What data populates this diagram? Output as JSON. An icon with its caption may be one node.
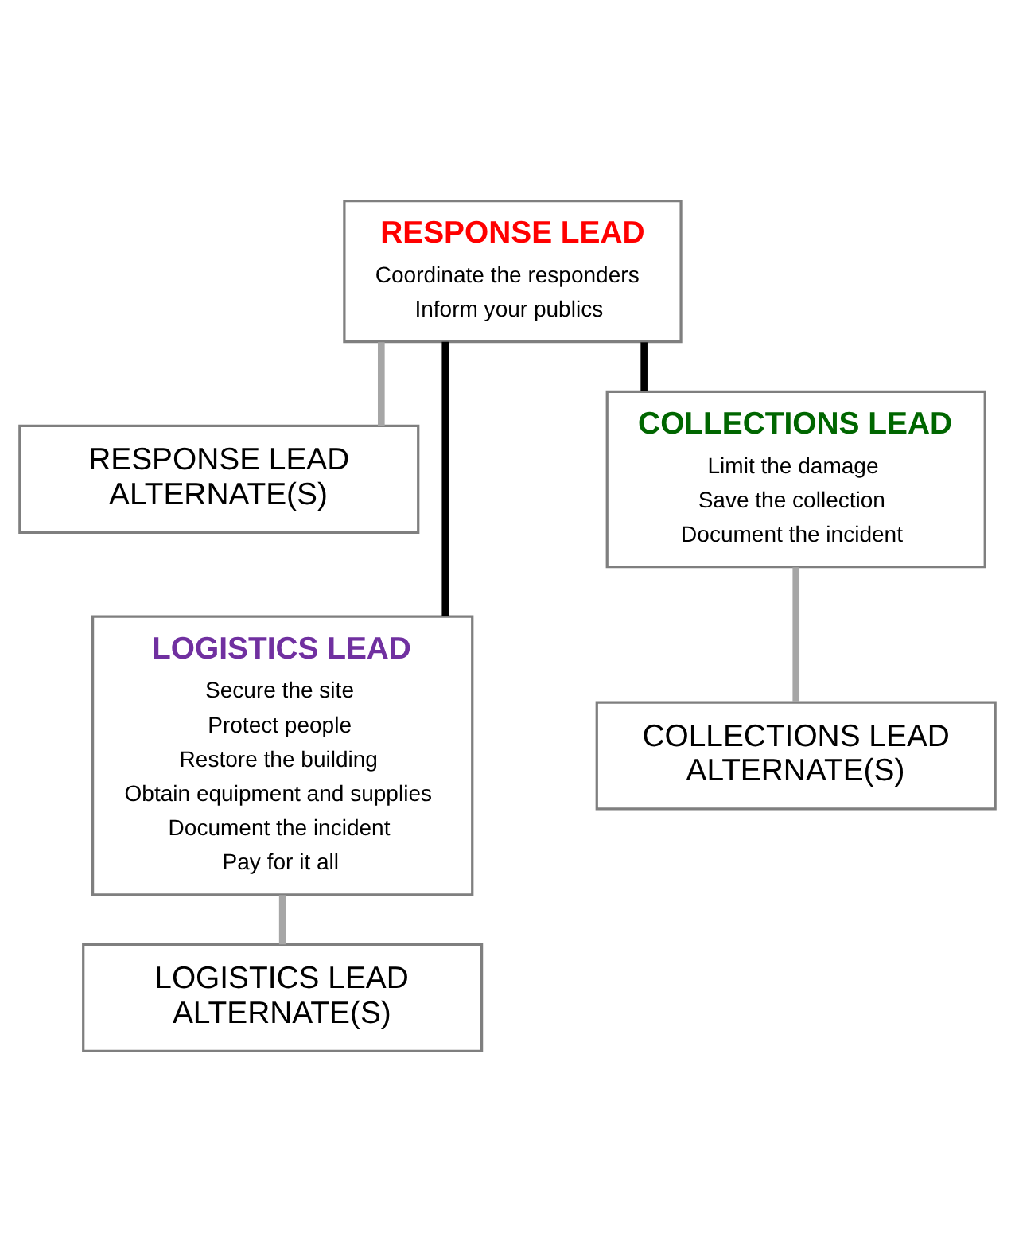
{
  "diagram": {
    "nodes": [
      {
        "text": [
          "RESPONSE LEAD",
          "Coordinate the responders",
          "Inform your publics"
        ]
      },
      {
        "text": [
          "RESPONSE LEAD ALTERNATE(S)"
        ]
      },
      {
        "text": [
          "COLLECTIONS LEAD",
          "Limit the damage",
          "Save the collection",
          "Document the incident"
        ]
      },
      {
        "text": [
          "COLLECTIONS LEAD ALTERNATE(S)"
        ]
      },
      {
        "text": [
          "LOGISTICS LEAD",
          "Secure the site",
          "Protect people",
          "Restore the building",
          "Obtain equipment and supplies",
          "Document the incident",
          "Pay for it all"
        ]
      },
      {
        "text": [
          "LOGISTICS LEAD ALTERNATE(S)"
        ]
      }
    ],
    "edges": [
      {
        "from": 0,
        "to": 2,
        "arrow": "none",
        "color": "#000000"
      },
      {
        "from": 0,
        "to": 4,
        "arrow": "none",
        "color": "#000000"
      },
      {
        "from": 0,
        "to": 1,
        "arrow": "none"
      },
      {
        "from": 2,
        "to": 3,
        "arrow": "none"
      },
      {
        "from": 4,
        "to": 5,
        "arrow": "none"
      }
    ]
  }
}
